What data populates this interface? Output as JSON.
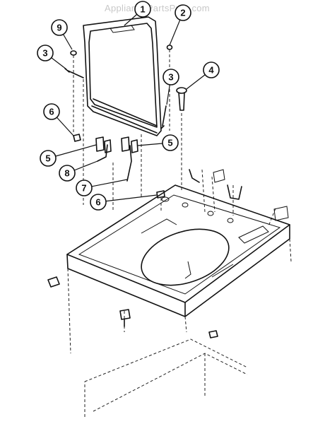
{
  "watermark": "AppliancePartsPros.com",
  "callouts": [
    {
      "id": "c1",
      "label": "1"
    },
    {
      "id": "c2",
      "label": "2"
    },
    {
      "id": "c9",
      "label": "9"
    },
    {
      "id": "c3a",
      "label": "3"
    },
    {
      "id": "c3b",
      "label": "3"
    },
    {
      "id": "c4",
      "label": "4"
    },
    {
      "id": "c6a",
      "label": "6"
    },
    {
      "id": "c5a",
      "label": "5"
    },
    {
      "id": "c5b",
      "label": "5"
    },
    {
      "id": "c8",
      "label": "8"
    },
    {
      "id": "c7",
      "label": "7"
    },
    {
      "id": "c6b",
      "label": "6"
    }
  ]
}
